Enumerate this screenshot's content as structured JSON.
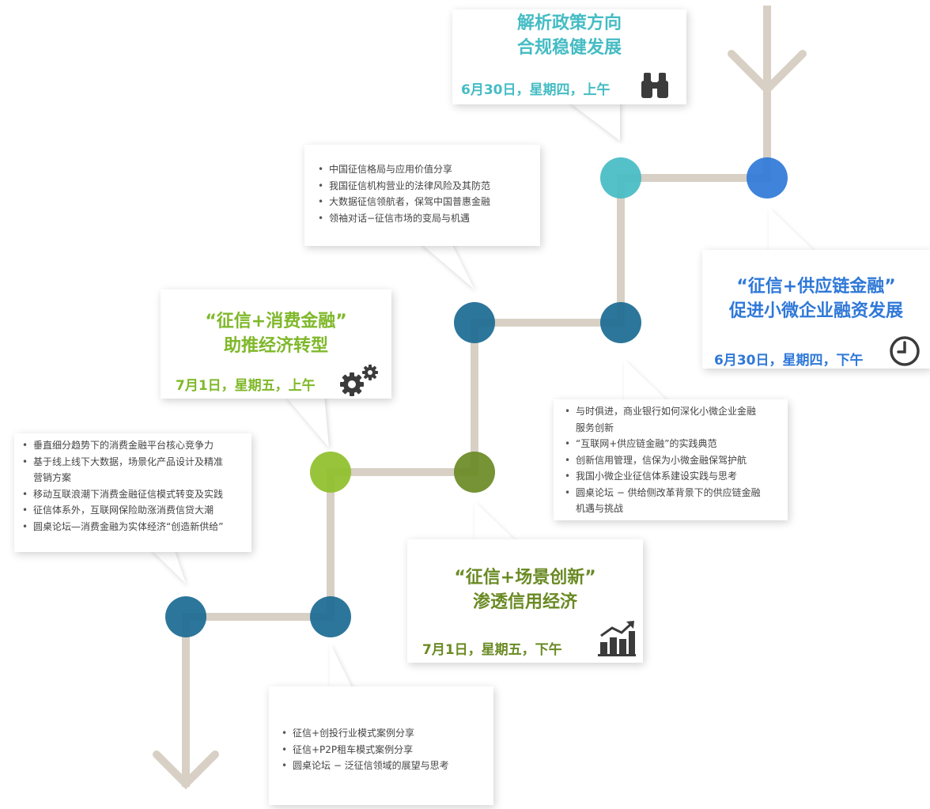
{
  "colors": {
    "path": "#d8d0c4",
    "teal": "#45bcc4",
    "blue": "#2f78d8",
    "navy": "#1b6a92",
    "green": "#8fbf2a",
    "olive": "#6a8a24",
    "titleGreen": "#7fb82a",
    "text": "#444444"
  },
  "sessions": {
    "s1": {
      "title_line1": "解析政策方向",
      "title_line2": "合规稳健发展",
      "date": "6月30日，星期四，上午",
      "icon": "binoculars-icon"
    },
    "s2": {
      "title_line1": "“征信+供应链金融”",
      "title_line2": "促进小微企业融资发展",
      "date": "6月30日，星期四，下午",
      "icon": "clock-icon"
    },
    "s3": {
      "title_line1": "“征信+消费金融”",
      "title_line2": "助推经济转型",
      "date": "7月1日，星期五，上午",
      "icon": "gears-icon"
    },
    "s4": {
      "title_line1": "“征信+场景创新”",
      "title_line2": "渗透信用经济",
      "date": "7月1日，星期五，下午",
      "icon": "growth-chart-icon"
    }
  },
  "topics": {
    "t1": [
      "中国征信格局与应用价值分享",
      "我国征信机构营业的法律风险及其防范",
      "大数据征信领航者，保驾中国普惠金融",
      "领袖对话−征信市场的变局与机遇"
    ],
    "t2": [
      {
        "l1": "与时俱进，商业银行如何深化小微企业金融",
        "l2": "服务创新"
      },
      {
        "l1": "“互联网+供应链金融”的实践典范",
        "l2": ""
      },
      {
        "l1": "创新信用管理，信保为小微金融保驾护航",
        "l2": ""
      },
      {
        "l1": "我国小微企业征信体系建设实践与思考",
        "l2": ""
      },
      {
        "l1": "圆桌论坛 − 供给侧改革背景下的供应链金融",
        "l2": "机遇与挑战"
      }
    ],
    "t3": [
      {
        "l1": "垂直细分趋势下的消费金融平台核心竞争力",
        "l2": ""
      },
      {
        "l1": "基于线上线下大数据，场景化产品设计及精准",
        "l2": "营销方案"
      },
      {
        "l1": "移动互联浪潮下消费金融征信模式转变及实践",
        "l2": ""
      },
      {
        "l1": "征信体系外，互联网保险助涨消费信贷大潮",
        "l2": ""
      },
      {
        "l1": "圆桌论坛—消费金融为实体经济“创造新供给”",
        "l2": ""
      }
    ],
    "t4": [
      "征信+创投行业模式案例分享",
      "征信+P2P租车模式案例分享",
      "圆桌论坛 − 泛征信领域的展望与思考"
    ]
  }
}
